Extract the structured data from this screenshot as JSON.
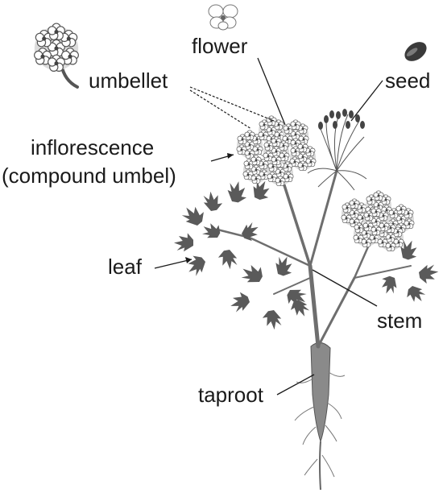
{
  "labels": {
    "flower": "flower",
    "umbellet": "umbellet",
    "seed": "seed",
    "inflorescence": "inflorescence",
    "compound_umbel": "(compound umbel)",
    "leaf": "leaf",
    "stem": "stem",
    "taproot": "taproot"
  },
  "colors": {
    "foliage": "#5a5a5a",
    "stem": "#6e6e6e",
    "root": "#8a8a8a",
    "floret": "#ffffff",
    "floret_center": "#444444",
    "cluster_fill": "#dcdcdc",
    "leader": "#1a1a1a"
  }
}
